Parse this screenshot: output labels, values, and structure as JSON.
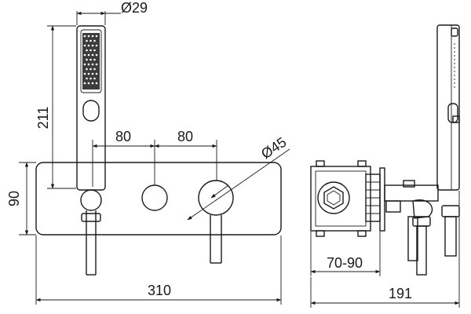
{
  "front_view": {
    "handshower_diameter": "Ø29",
    "handshower_height": "211",
    "spacing_left": "80",
    "spacing_right": "80",
    "knob_diameter": "Ø45",
    "plate_height": "90",
    "plate_width": "310"
  },
  "side_view": {
    "wall_depth": "70-90",
    "total_depth": "191"
  }
}
